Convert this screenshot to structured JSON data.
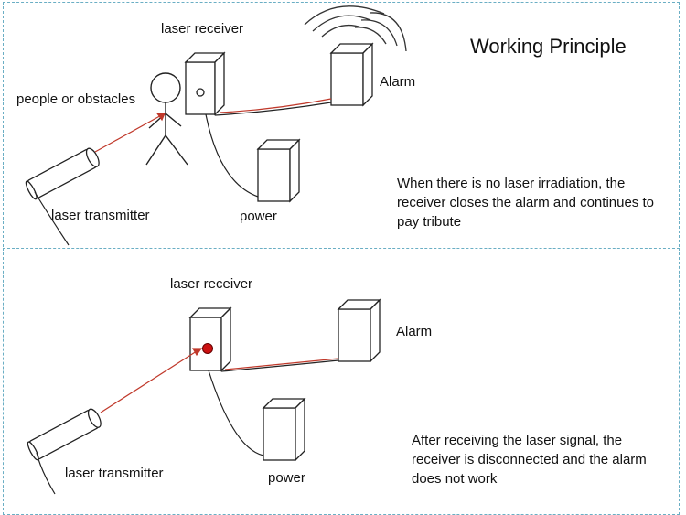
{
  "title": "Working Principle",
  "top": {
    "laser_receiver": "laser receiver",
    "alarm": "Alarm",
    "people": "people or obstacles",
    "transmitter": "laser transmitter",
    "power": "power",
    "description": "When there is no laser irradiation, the receiver closes the alarm and continues to pay tribute"
  },
  "bottom": {
    "laser_receiver": "laser receiver",
    "alarm": "Alarm",
    "transmitter": "laser transmitter",
    "power": "power",
    "description": "After receiving the laser signal, the receiver is disconnected and the alarm does not work"
  },
  "colors": {
    "border": "#6aaec4",
    "laser": "#c0392b",
    "indicator": "#cc1111"
  }
}
